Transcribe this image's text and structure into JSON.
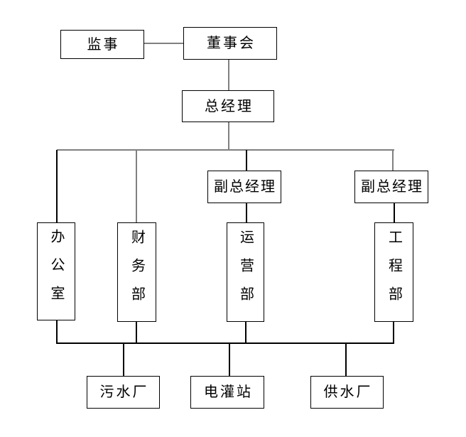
{
  "diagram": {
    "type": "org-chart",
    "nodes": {
      "supervisor": "监事",
      "board": "董事会",
      "general_manager": "总经理",
      "deputy_manager_1": "副总经理",
      "deputy_manager_2": "副总经理",
      "office": "办公室",
      "finance_dept": "财务部",
      "operations_dept": "运营部",
      "engineering_dept": "工程部",
      "sewage_plant": "污水厂",
      "irrigation_station": "电灌站",
      "water_plant": "供水厂"
    },
    "edges": [
      [
        "supervisor",
        "board"
      ],
      [
        "board",
        "general_manager"
      ],
      [
        "general_manager",
        "office"
      ],
      [
        "general_manager",
        "finance_dept"
      ],
      [
        "general_manager",
        "deputy_manager_1"
      ],
      [
        "general_manager",
        "deputy_manager_2"
      ],
      [
        "deputy_manager_1",
        "operations_dept"
      ],
      [
        "deputy_manager_2",
        "engineering_dept"
      ],
      [
        "office",
        "sewage_plant"
      ],
      [
        "finance_dept",
        "sewage_plant"
      ],
      [
        "operations_dept",
        "irrigation_station"
      ],
      [
        "engineering_dept",
        "water_plant"
      ]
    ]
  },
  "colors": {
    "background": "#ffffff",
    "text": "#000000",
    "box_border": "#000000",
    "line_gray": "#808080",
    "line_black": "#000000"
  }
}
